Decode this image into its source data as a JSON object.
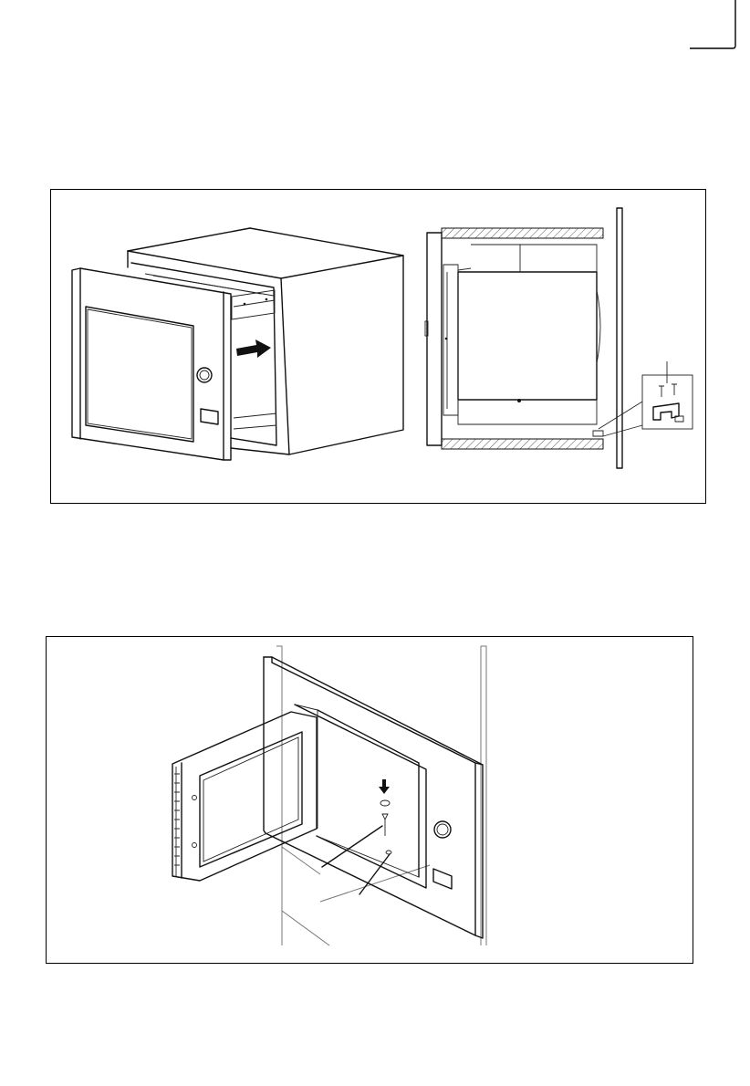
{
  "page": {
    "corner_mark": "crop-corner-icon"
  },
  "figures": [
    {
      "id": "fig1",
      "content": "installation-slide-in"
    },
    {
      "id": "fig2",
      "content": "installation-screw-fixing"
    }
  ]
}
